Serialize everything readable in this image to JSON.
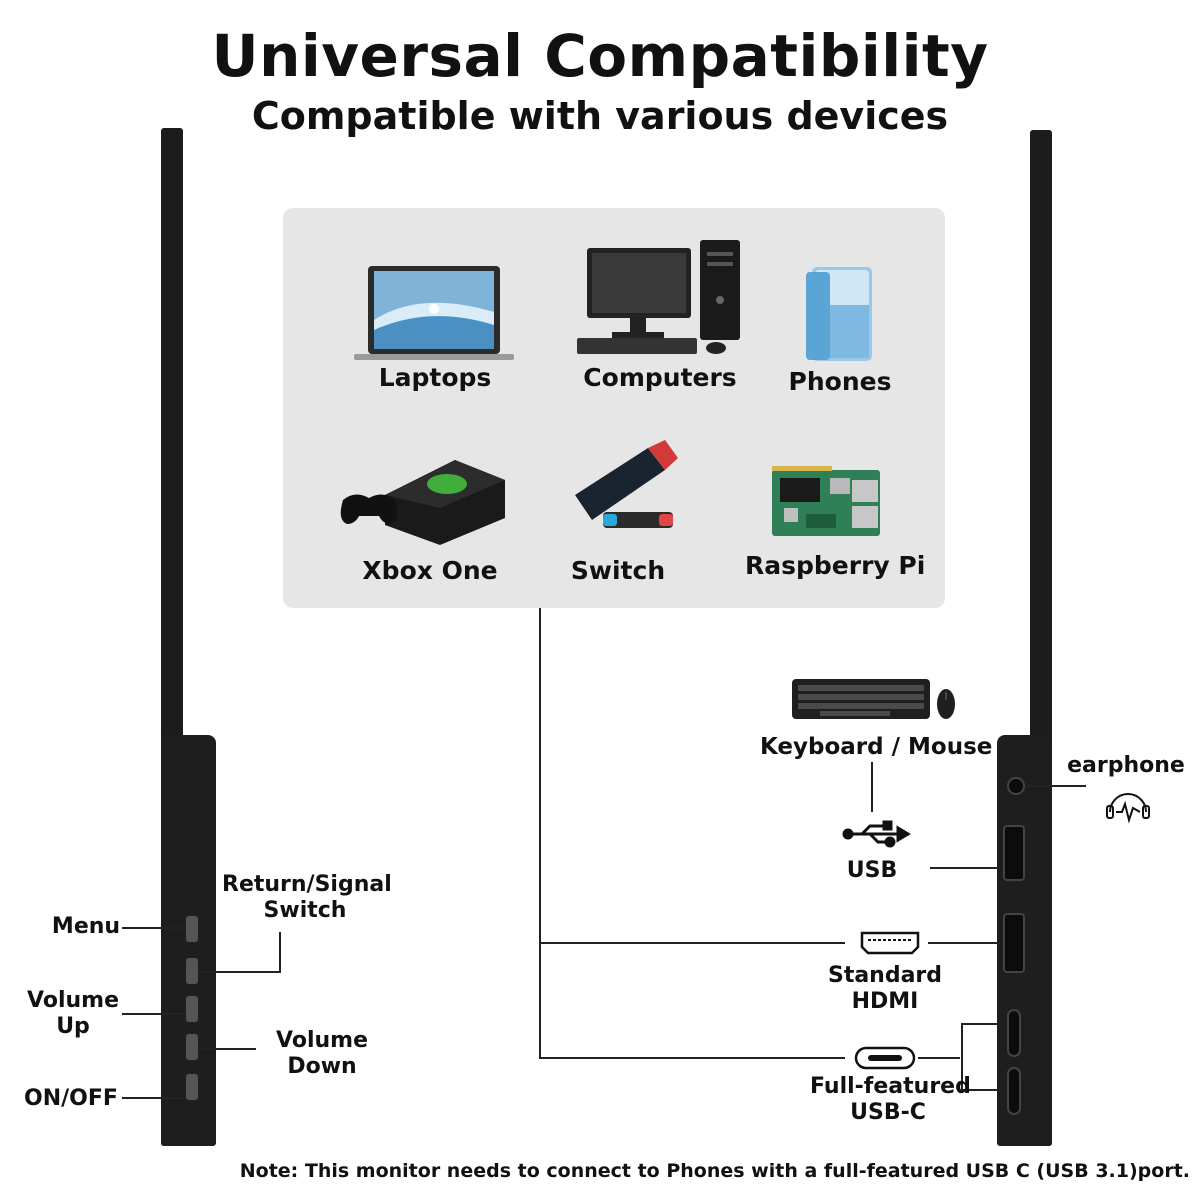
{
  "header": {
    "title": "Universal Compatibility",
    "subtitle": "Compatible with various devices"
  },
  "devices": [
    {
      "label": "Laptops",
      "icon": "laptop-icon"
    },
    {
      "label": "Computers",
      "icon": "desktop-computer-icon"
    },
    {
      "label": "Phones",
      "icon": "smartphone-icon"
    },
    {
      "label": "Xbox One",
      "icon": "game-console-icon"
    },
    {
      "label": "Switch",
      "icon": "handheld-console-icon"
    },
    {
      "label": "Raspberry Pi",
      "icon": "circuit-board-icon"
    }
  ],
  "left_controls": {
    "menu": "Menu",
    "return_signal_1": "Return/Signal",
    "return_signal_2": "Switch",
    "volume_up_1": "Volume",
    "volume_up_2": "Up",
    "volume_down_1": "Volume",
    "volume_down_2": "Down",
    "power": "ON/OFF"
  },
  "right_ports": {
    "keyboard_mouse": "Keyboard / Mouse",
    "earphone": "earphone",
    "usb": "USB",
    "hdmi_1": "Standard",
    "hdmi_2": "HDMI",
    "usbc_1": "Full-featured",
    "usbc_2": "USB-C"
  },
  "note": "Note: This monitor needs to connect to Phones with a full-featured USB C (USB 3.1)port.",
  "colors": {
    "panel_bg": "#e6e6e6",
    "monitor_body": "#1e1e1e",
    "line": "#222222"
  }
}
